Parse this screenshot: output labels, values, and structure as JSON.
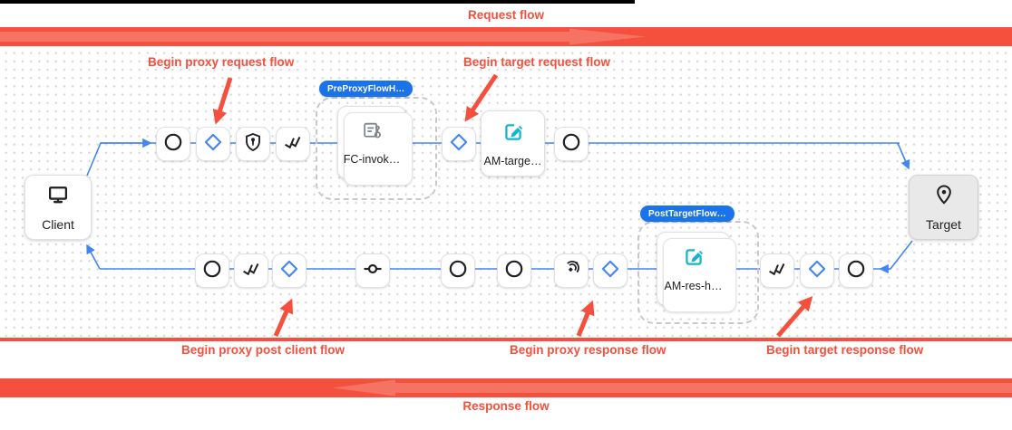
{
  "colors": {
    "annotation_red": "#f4503d",
    "flow_line_blue": "#4285f4",
    "badge_blue": "#1a73e8",
    "policy_teal": "#12b5cb",
    "icon_black": "#202124"
  },
  "banners": {
    "request": "Request flow",
    "response": "Response flow"
  },
  "annotations": {
    "proxy_request": "Begin proxy request flow",
    "target_request": "Begin target request flow",
    "proxy_post_client": "Begin proxy post client flow",
    "proxy_response": "Begin proxy response flow",
    "target_response": "Begin target response flow"
  },
  "endpoints": {
    "client": "Client",
    "target": "Target"
  },
  "groups": {
    "pre_proxy": {
      "badge": "PreProxyFlowH…",
      "policy": "FC-invok…"
    },
    "post_target": {
      "badge": "PostTargetFlow…",
      "policy": "AM-res-h…"
    }
  },
  "policies": {
    "am_target": "AM-targe…"
  },
  "icons": {
    "client": "monitor-icon",
    "target": "map-pin-icon",
    "steps": [
      "circle-icon",
      "diamond-icon",
      "shield-key-icon",
      "double-check-icon",
      "connector-icon",
      "signal-waves-icon"
    ],
    "policy_icons": [
      "flow-callout-icon",
      "edit-icon"
    ]
  }
}
